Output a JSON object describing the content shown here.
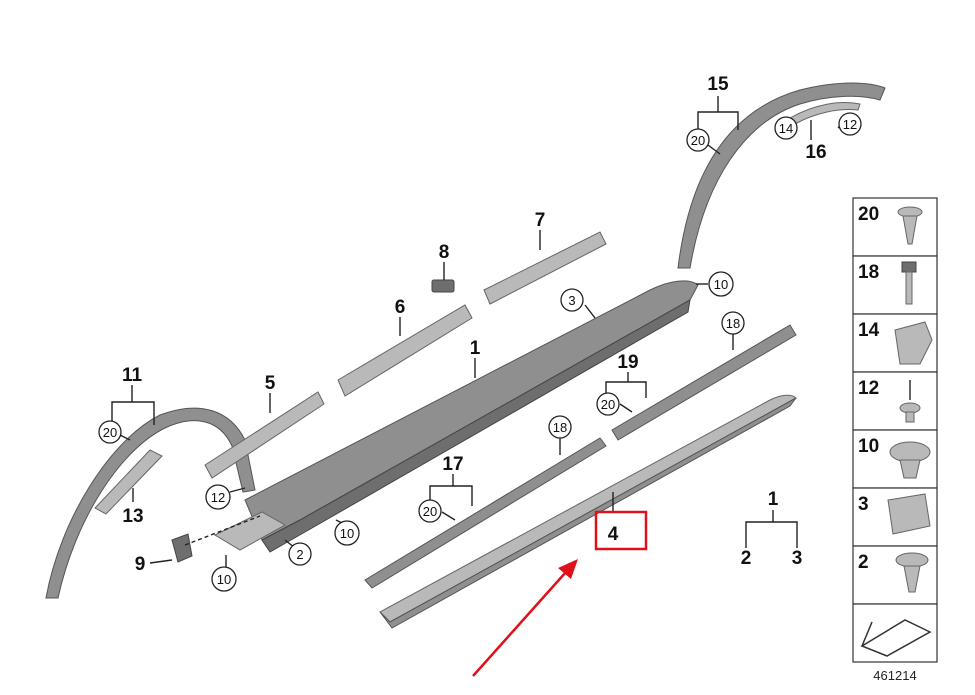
{
  "diagram": {
    "reference_code": "461214",
    "highlight_color": "#e0101a",
    "highlighted_part": "4",
    "labels": {
      "p1": "1",
      "p2": "2",
      "p3": "3",
      "p4": "4",
      "p5": "5",
      "p6": "6",
      "p7": "7",
      "p8": "8",
      "p9": "9",
      "p10": "10",
      "p11": "11",
      "p12": "12",
      "p13": "13",
      "p14": "14",
      "p15": "15",
      "p16": "16",
      "p17": "17",
      "p18": "18",
      "p19": "19",
      "p20": "20"
    },
    "legend": {
      "row20": "20",
      "row18": "18",
      "row14": "14",
      "row12": "12",
      "row10": "10",
      "row3": "3",
      "row2": "2"
    }
  }
}
